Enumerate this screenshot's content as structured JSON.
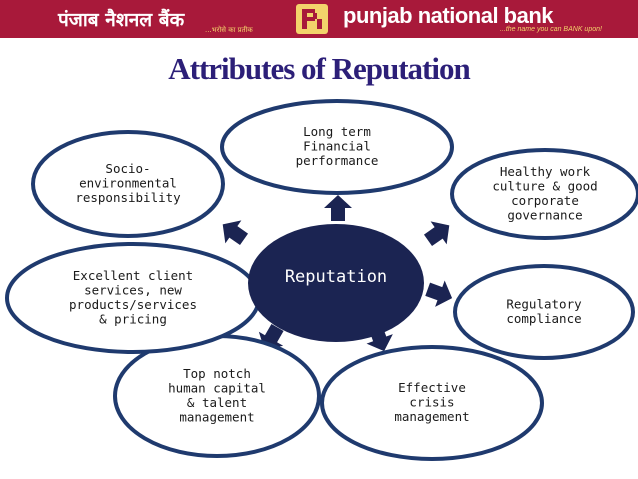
{
  "header": {
    "bank_name_hindi": "पंजाब नैशनल बैंक",
    "tagline_hindi": "...भरोसे का प्रतीक",
    "bank_name_english": "punjab national bank",
    "tagline_english": "...the name you can BANK upon!",
    "logo_icon": "pnb-logo-icon"
  },
  "title": "Attributes of Reputation",
  "diagram": {
    "center": {
      "lines": [
        "Reputation"
      ]
    },
    "nodes": [
      {
        "id": "long-term",
        "lines": [
          "Long term",
          "Financial",
          "performance"
        ]
      },
      {
        "id": "healthy-work",
        "lines": [
          "Healthy work",
          "culture & good",
          "corporate",
          "governance"
        ]
      },
      {
        "id": "regulatory",
        "lines": [
          "Regulatory",
          "compliance"
        ]
      },
      {
        "id": "crisis",
        "lines": [
          "Effective",
          "crisis",
          "management"
        ]
      },
      {
        "id": "human-capital",
        "lines": [
          "Top notch",
          "human capital",
          "& talent",
          "management"
        ]
      },
      {
        "id": "client-services",
        "lines": [
          "Excellent client",
          "services, new",
          "products/services",
          "& pricing"
        ]
      },
      {
        "id": "socio",
        "lines": [
          "Socio-",
          "environmental",
          "responsibility"
        ]
      }
    ]
  },
  "colors": {
    "banner": "#a8193a",
    "banner_accent": "#f3d36b",
    "title": "#2c1f78",
    "center_fill": "#1b2452",
    "node_stroke": "#1f3a6e",
    "arrow": "#1b2452"
  }
}
